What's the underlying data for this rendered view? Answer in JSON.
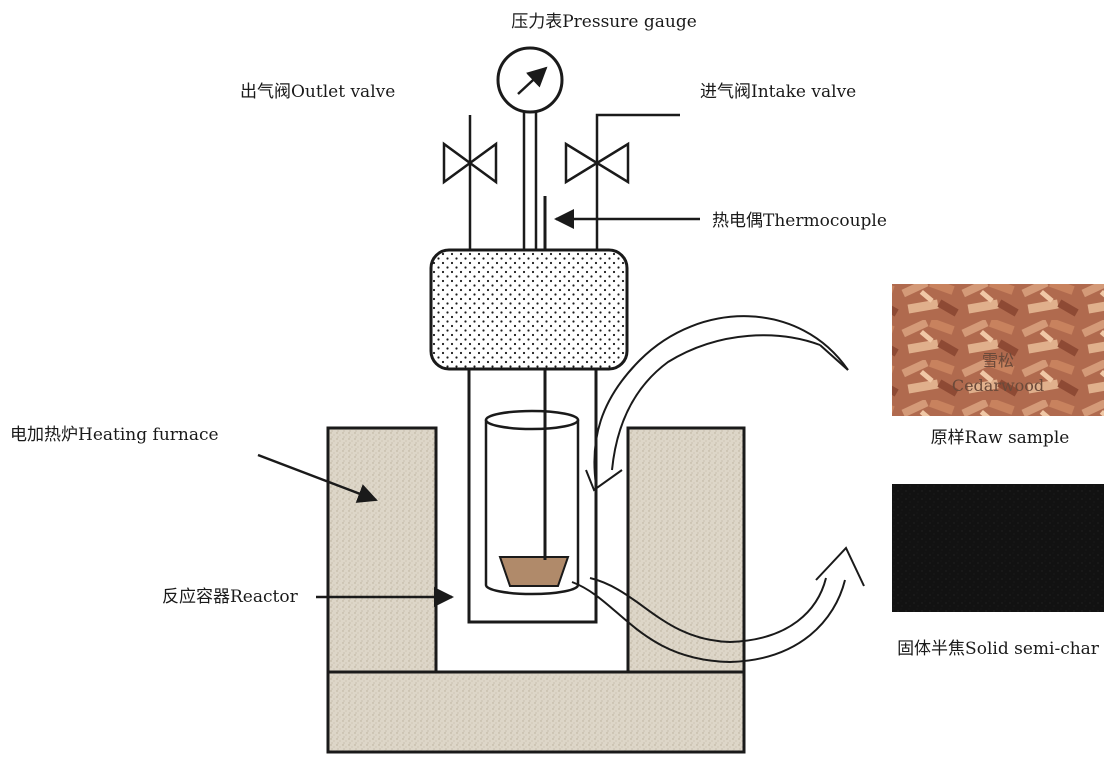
{
  "labels": {
    "pressure_gauge": "压力表Pressure gauge",
    "outlet_valve": "出气阀Outlet valve",
    "intake_valve": "进气阀Intake valve",
    "thermocouple": "热电偶Thermocouple",
    "heating_furnace": "电加热炉Heating furnace",
    "reactor": "反应容器Reactor",
    "raw_sample": "原样Raw sample",
    "solid_semi_char": "固体半焦Solid semi-char"
  },
  "photo_labels": {
    "cedarwood_cn": "雪松",
    "cedarwood_en": "Cedarwood"
  },
  "colors": {
    "line": "#1a1a1a",
    "furnace_fill": "#d9d1c2",
    "lid_dots": "#1a1a1a",
    "sample_fill": "#b08a6a",
    "wood": "#b8755a",
    "char": "#141414"
  }
}
